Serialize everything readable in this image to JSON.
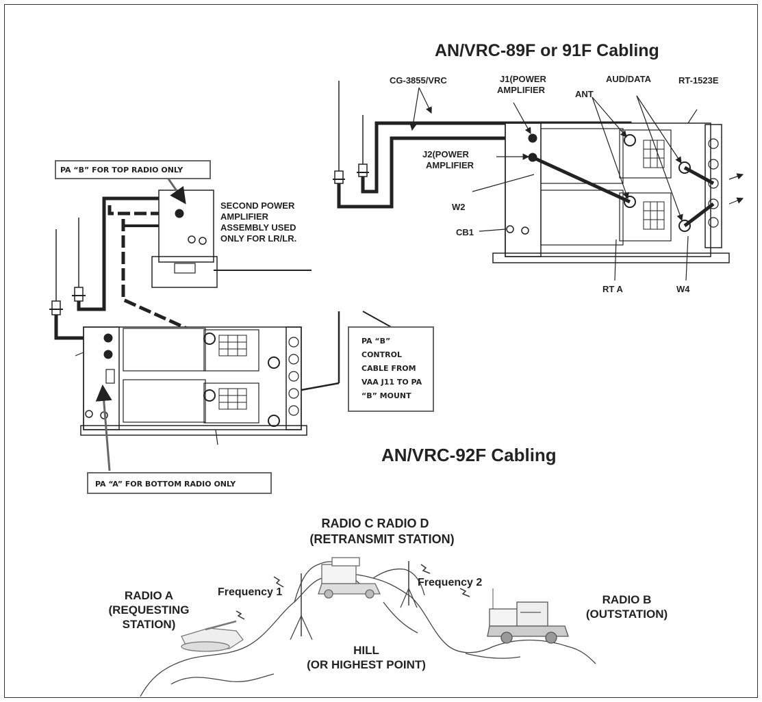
{
  "titles": {
    "top": "AN/VRC-89F or 91F Cabling",
    "middle": "AN/VRC-92F Cabling"
  },
  "top_diagram": {
    "cg": "CG-3855/VRC",
    "j1_line1": "J1(POWER",
    "j1_line2": "AMPLIFIER",
    "ant": "ANT",
    "aud": "AUD/DATA",
    "rt": "RT-1523E",
    "j2_line1": "J2(POWER",
    "j2_line2": "AMPLIFIER",
    "w2": "W2",
    "cb1": "CB1",
    "rta": "RT A",
    "w4": "W4"
  },
  "left_diagram": {
    "box_pa_b": "PA “B” FOR TOP RADIO ONLY",
    "second_pa": [
      "SECOND POWER",
      "AMPLIFIER",
      "ASSEMBLY USED",
      "ONLY FOR LR/LR."
    ],
    "control_box": [
      "PA “B”",
      "CONTROL",
      "CABLE FROM",
      "VAA J11 TO PA",
      "“B” MOUNT"
    ],
    "box_pa_a": "PA “A” FOR BOTTOM RADIO ONLY"
  },
  "scene": {
    "radio_cd_line1": "RADIO C   RADIO D",
    "radio_cd_line2": "(RETRANSMIT STATION)",
    "radio_a": [
      "RADIO A",
      "(REQUESTING",
      "STATION)"
    ],
    "radio_b": [
      "RADIO B",
      "(OUTSTATION)"
    ],
    "freq1": "Frequency 1",
    "freq2": "Frequency 2",
    "hill": [
      "HILL",
      "(OR HIGHEST POINT)"
    ]
  }
}
